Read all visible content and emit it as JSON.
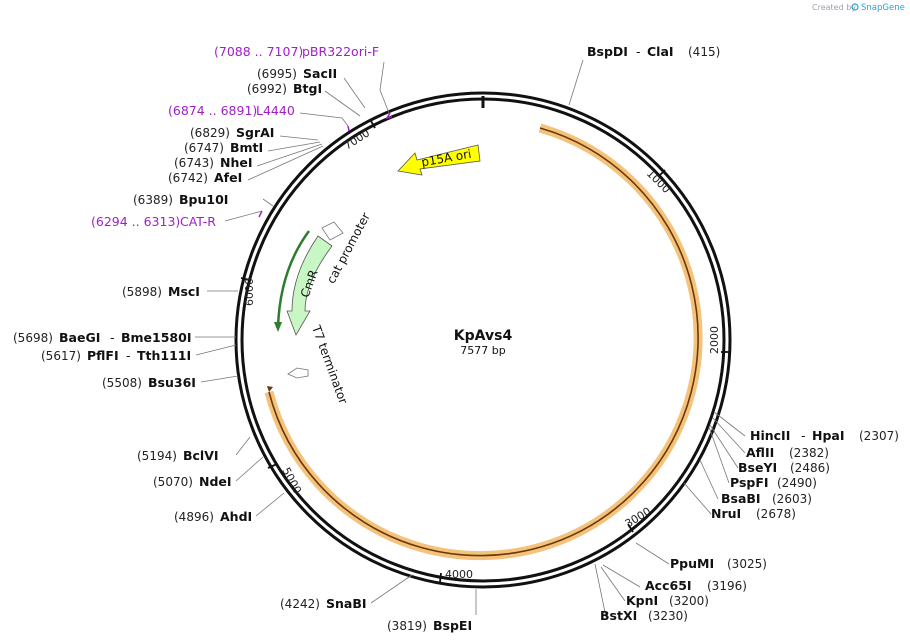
{
  "credit": {
    "prefix": "Created by",
    "brand": "SnapGene"
  },
  "plasmid": {
    "name": "KpAvs4",
    "length": "7577 bp"
  },
  "ticks": [
    "1000",
    "2000",
    "3000",
    "4000",
    "5000",
    "6000",
    "7000"
  ],
  "features": [
    {
      "name": "p15A ori",
      "color": "#ffff00"
    },
    {
      "name": "CmR",
      "color": "#c8f7c5"
    },
    {
      "name": "cat promoter",
      "color": "#ffffff"
    },
    {
      "name": "T7 terminator",
      "color": "#ffffff"
    }
  ],
  "primers": [
    {
      "range": "(7088 .. 7107)",
      "name": "pBR322ori-F"
    },
    {
      "range": "(6874 .. 6891)",
      "name": "L4440"
    },
    {
      "range": "(6294 .. 6313)",
      "name": "CAT-R"
    }
  ],
  "sites": [
    {
      "pos": "(6995)",
      "name": "SacII"
    },
    {
      "pos": "(6992)",
      "name": "BtgI"
    },
    {
      "pos": "(6829)",
      "name": "SgrAI"
    },
    {
      "pos": "(6747)",
      "name": "BmtI"
    },
    {
      "pos": "(6743)",
      "name": "NheI"
    },
    {
      "pos": "(6742)",
      "name": "AfeI"
    },
    {
      "pos": "(6389)",
      "name": "Bpu10I"
    },
    {
      "pos": "(5898)",
      "name": "MscI"
    },
    {
      "pos": "(5698)",
      "name": "BaeGI",
      "alt": "Bme1580I"
    },
    {
      "pos": "(5617)",
      "name": "PflFI",
      "alt": "Tth111I"
    },
    {
      "pos": "(5508)",
      "name": "Bsu36I"
    },
    {
      "pos": "(5194)",
      "name": "BclVI"
    },
    {
      "pos": "(5070)",
      "name": "NdeI"
    },
    {
      "pos": "(4896)",
      "name": "AhdI"
    },
    {
      "pos": "(4242)",
      "name": "SnaBI"
    },
    {
      "pos": "(3819)",
      "name": "BspEI"
    },
    {
      "pos": "(415)",
      "name": "BspDI",
      "alt": "ClaI"
    },
    {
      "pos": "(2307)",
      "name": "HincII",
      "alt": "HpaI"
    },
    {
      "pos": "(2382)",
      "name": "AflII"
    },
    {
      "pos": "(2486)",
      "name": "BseYI"
    },
    {
      "pos": "(2490)",
      "name": "PspFI"
    },
    {
      "pos": "(2603)",
      "name": "BsaBI"
    },
    {
      "pos": "(2678)",
      "name": "NruI"
    },
    {
      "pos": "(3025)",
      "name": "PpuMI"
    },
    {
      "pos": "(3196)",
      "name": "Acc65I"
    },
    {
      "pos": "(3200)",
      "name": "KpnI"
    },
    {
      "pos": "(3230)",
      "name": "BstXI"
    }
  ],
  "dash": "-"
}
